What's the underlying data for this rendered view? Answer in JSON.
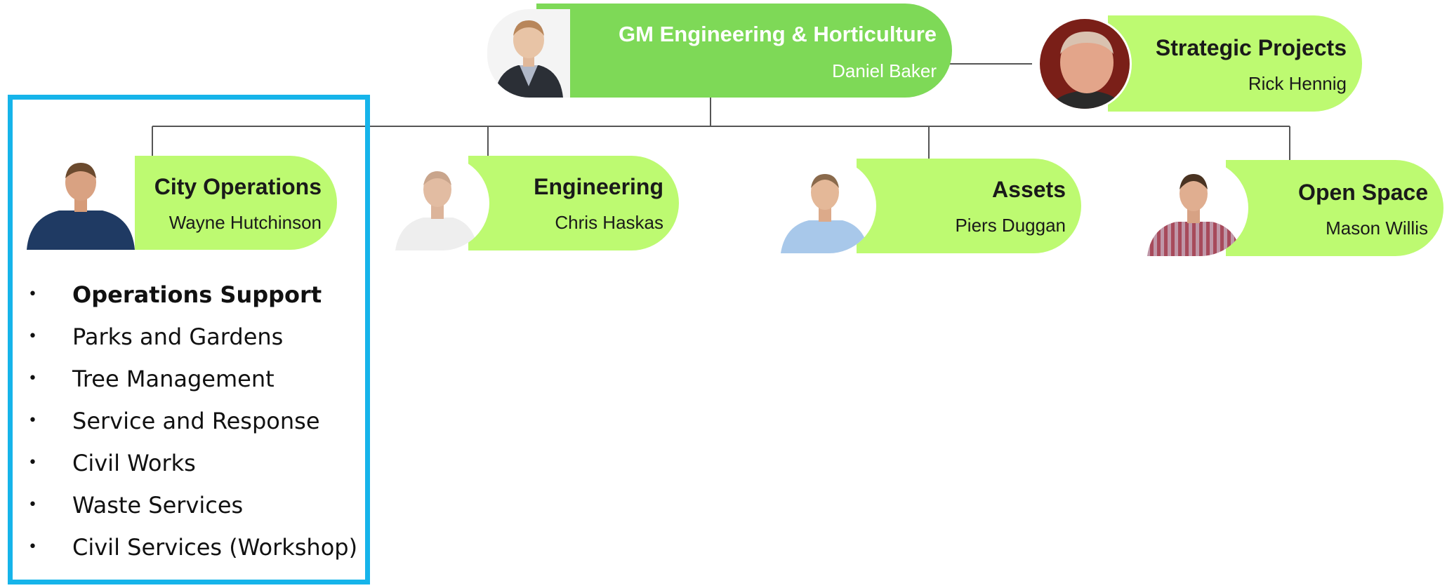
{
  "colors": {
    "leaf_pill": "#bdfa71",
    "gm_pill": "#7ed957",
    "highlight_border": "#16b4ea",
    "connector": "#555555"
  },
  "gm": {
    "title": "GM Engineering & Horticulture",
    "name": "Daniel Baker"
  },
  "strategic": {
    "title": "Strategic Projects",
    "name": "Rick Hennig"
  },
  "departments": [
    {
      "title": "City Operations",
      "name": "Wayne Hutchinson"
    },
    {
      "title": "Engineering",
      "name": "Chris Haskas"
    },
    {
      "title": "Assets",
      "name": "Piers Duggan"
    },
    {
      "title": "Open Space",
      "name": "Mason Willis"
    }
  ],
  "services": {
    "bullet": "•",
    "items": [
      "Operations Support",
      "Parks and Gardens",
      "Tree Management",
      "Service and Response",
      "Civil Works",
      "Waste Services",
      "Civil Services (Workshop)"
    ]
  }
}
